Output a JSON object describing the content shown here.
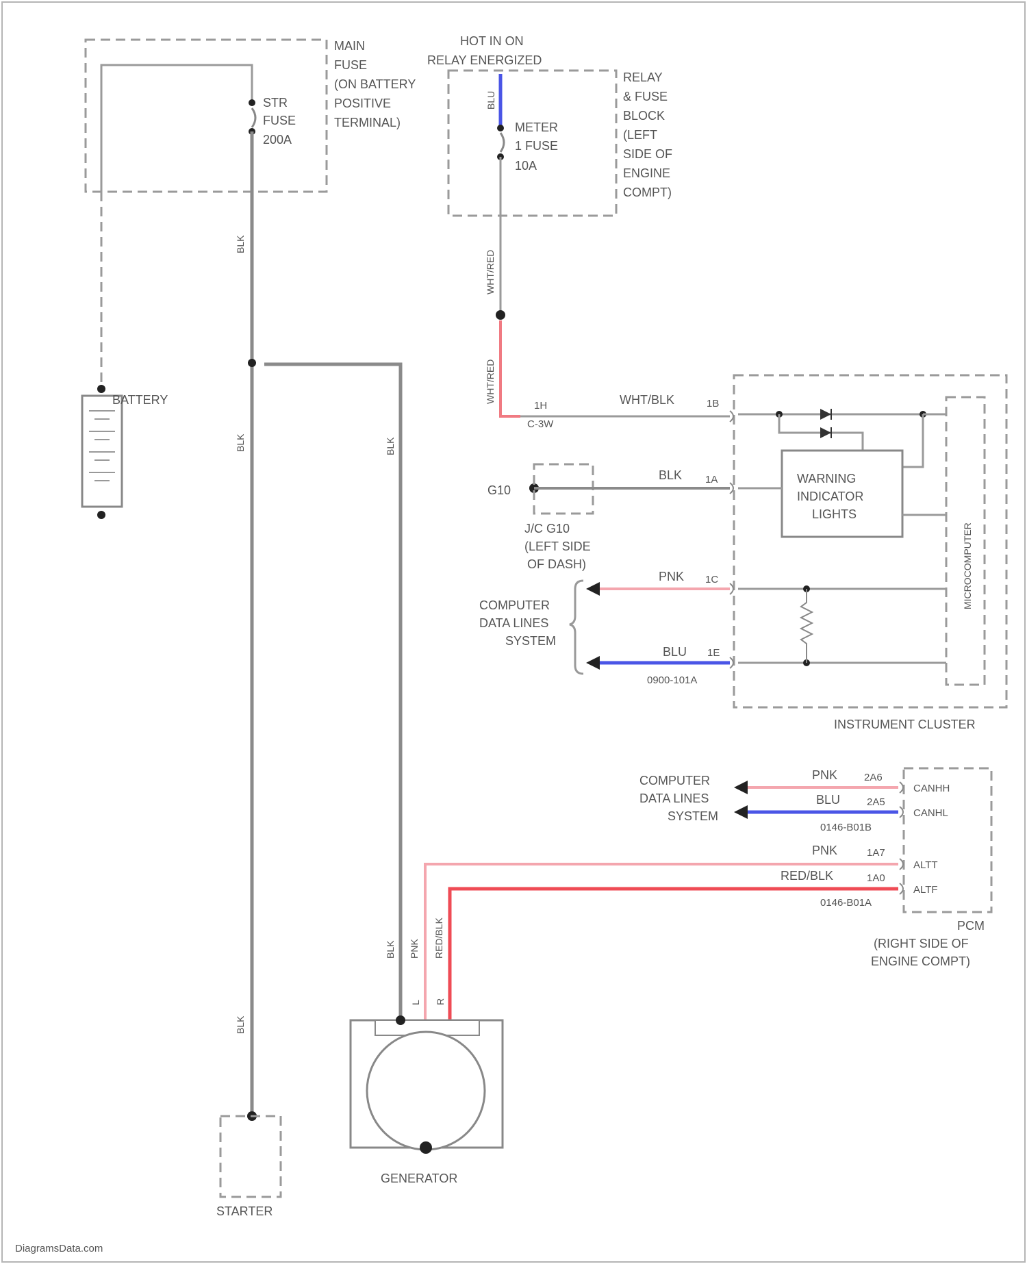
{
  "labels": {
    "main_fuse": [
      "MAIN",
      "FUSE",
      "(ON BATTERY",
      "POSITIVE",
      "TERMINAL)"
    ],
    "str_fuse": [
      "STR",
      "FUSE",
      "200A"
    ],
    "hot_in_on": "HOT IN ON",
    "relay_energized": "RELAY ENERGIZED",
    "meter_fuse": [
      "METER",
      "1 FUSE",
      "10A"
    ],
    "relay_fuse_block": [
      "RELAY",
      "& FUSE",
      "BLOCK",
      "(LEFT",
      "SIDE OF",
      "ENGINE",
      "COMPT)"
    ],
    "battery": "BATTERY",
    "ground_g10": "G10",
    "jc_label": [
      "J/C G10",
      "(LEFT SIDE",
      "OF DASH)"
    ],
    "warning_box": [
      "WARNING",
      "INDICATOR",
      "LIGHTS"
    ],
    "microcomputer": "MICROCOMPUTER",
    "computer_data_lines_1": [
      "COMPUTER",
      "DATA LINES",
      "SYSTEM"
    ],
    "computer_data_lines_2": [
      "COMPUTER",
      "DATA LINES",
      "SYSTEM"
    ],
    "instrument_cluster": "INSTRUMENT CLUSTER",
    "pcm": [
      "PCM",
      "(RIGHT SIDE OF",
      "ENGINE COMPT)"
    ],
    "generator": "GENERATOR",
    "starter": "STARTER",
    "watermark": "DiagramsData.com"
  },
  "wires": {
    "blk": "BLK",
    "blu": "BLU",
    "wht_red": "WHT/RED",
    "wht_blk": "WHT/BLK",
    "pnk": "PNK",
    "red_blk": "RED/BLK"
  },
  "pins": {
    "relay_conn": "1H",
    "relay_conn2": "C-3W",
    "cluster_power": "1B",
    "cluster_gnd": "1A",
    "cluster_canh": "1C",
    "cluster_canl": "1E",
    "cluster_conn": "0900-101A",
    "pcm_canh_pin": "2A6",
    "pcm_canh": "CANHH",
    "pcm_canl_pin": "2A5",
    "pcm_canl": "CANHL",
    "pcm_conn_b": "0146-B01B",
    "pcm_altt_pin": "1A7",
    "pcm_altt": "ALTT",
    "pcm_altf_pin": "1A0",
    "pcm_altf": "ALTF",
    "pcm_conn_a": "0146-B01A",
    "gen_pin_l": "L",
    "gen_pin_r": "R"
  },
  "colors": {
    "wire_gray": "#8a8a8a",
    "wire_pink": "#f4a6ae",
    "wire_red": "#ef4b55",
    "wire_blue": "#4a55e6"
  }
}
